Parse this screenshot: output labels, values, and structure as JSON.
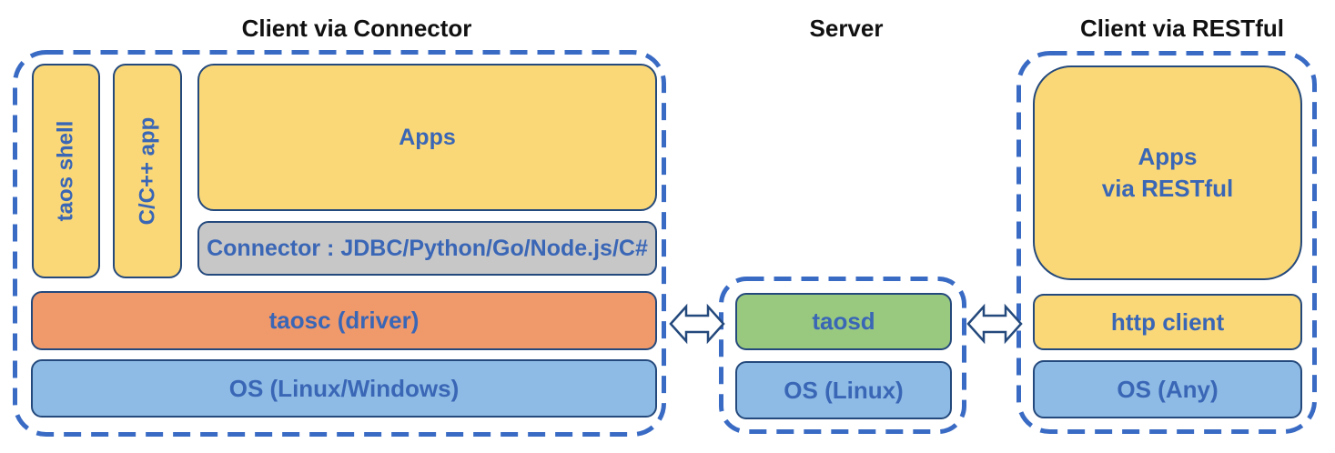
{
  "titles": {
    "left": "Client via Connector",
    "server": "Server",
    "right": "Client via RESTful"
  },
  "left_section": {
    "taos_shell": "taos shell",
    "cpp_app": "C/C++ app",
    "apps": "Apps",
    "connector": "Connector : JDBC/Python/Go/Node.js/C#",
    "taosc": "taosc (driver)",
    "os": "OS (Linux/Windows)"
  },
  "server_section": {
    "taosd": "taosd",
    "os": "OS (Linux)"
  },
  "right_section": {
    "apps_line1": "Apps",
    "apps_line2": "via RESTful",
    "http_client": "http client",
    "os": "OS (Any)"
  },
  "icons": {
    "left_arrow": "double-arrow-icon",
    "right_arrow": "double-arrow-icon"
  },
  "colors": {
    "box_yellow": "#FAD877",
    "box_gray": "#C7C7C7",
    "box_orange": "#F0996B",
    "box_green": "#99C97F",
    "box_blue": "#8EBBE5",
    "box_border_navy": "#24497C",
    "label_blue": "#3A66B6",
    "dashed_border_blue": "#3A6BC4",
    "title_black": "#111111"
  }
}
